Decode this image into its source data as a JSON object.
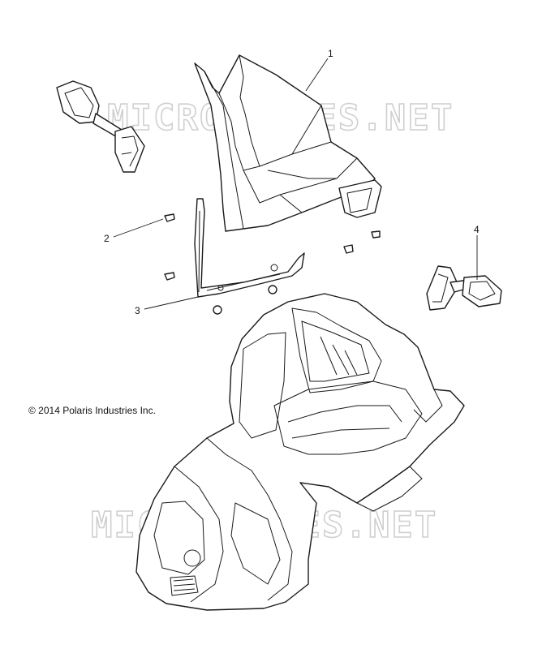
{
  "watermarks": [
    "MICROFICHES.NET",
    "MICROFICHES.NET"
  ],
  "copyright": "© 2014 Polaris Industries Inc.",
  "callouts": [
    {
      "id": "1",
      "label": "1"
    },
    {
      "id": "2",
      "label": "2"
    },
    {
      "id": "3",
      "label": "3"
    },
    {
      "id": "4",
      "label": "4"
    }
  ]
}
